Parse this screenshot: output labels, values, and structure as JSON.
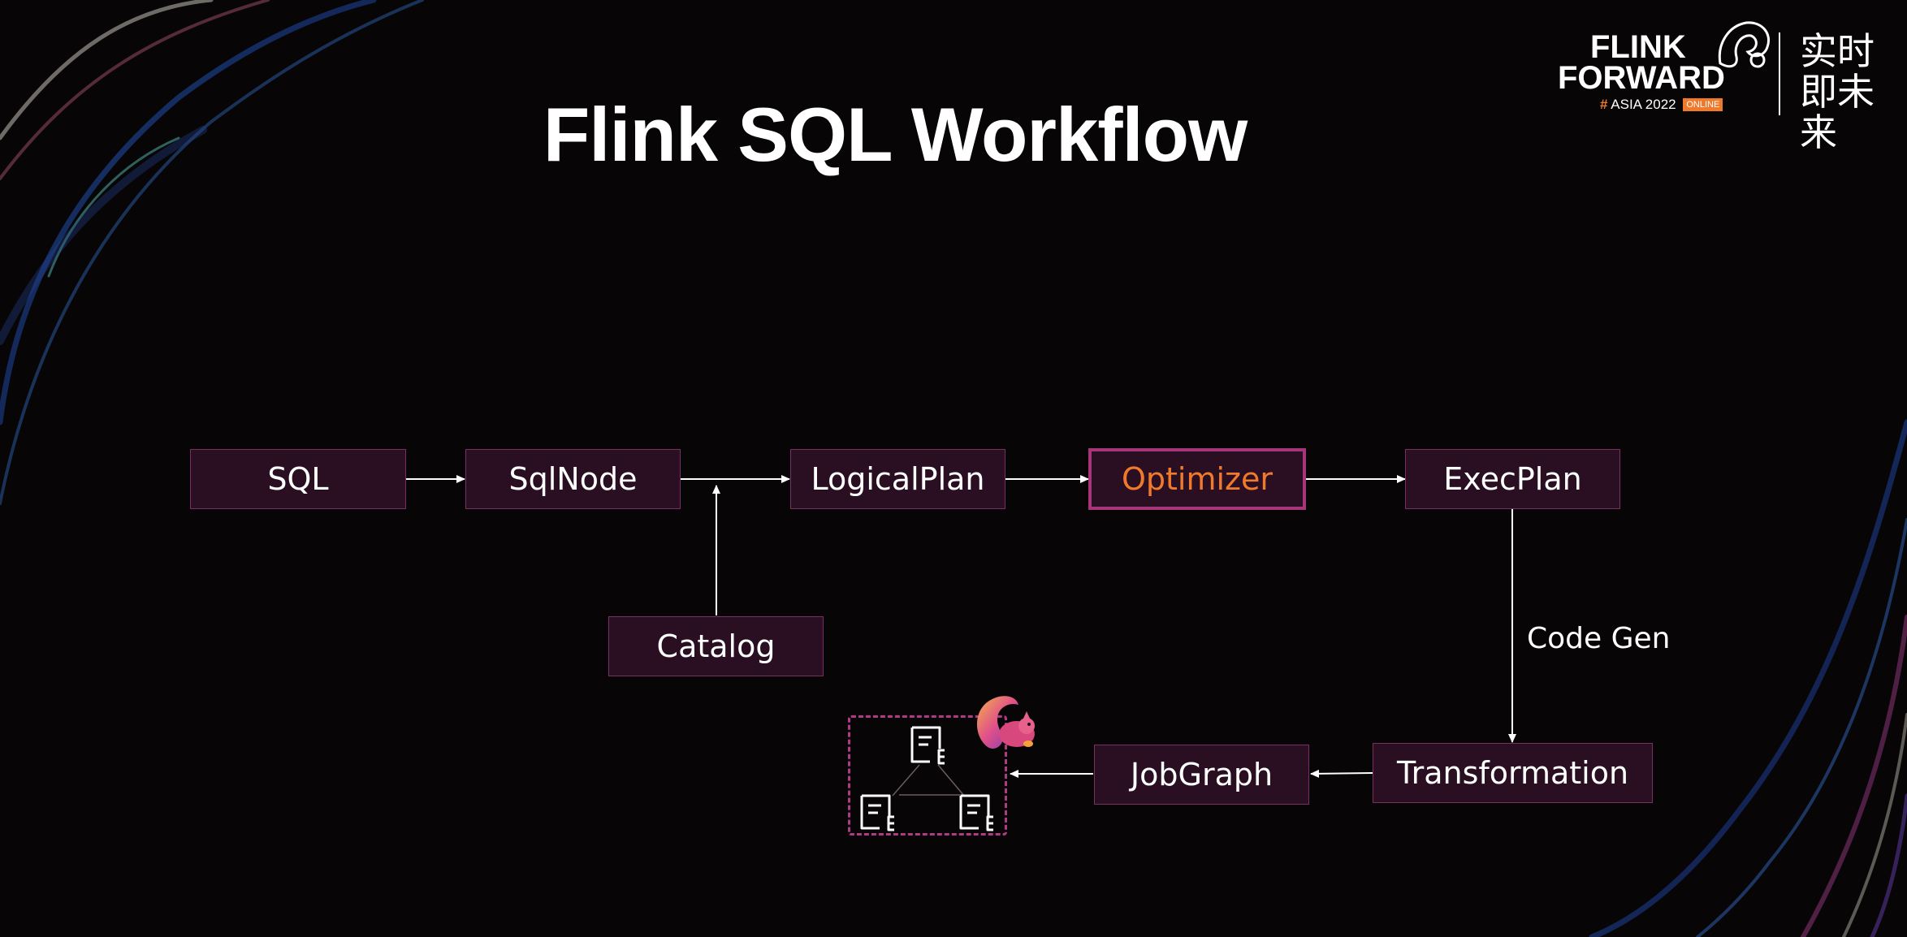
{
  "title": "Flink SQL Workflow",
  "logo": {
    "line1": "FLINK",
    "line2": "FORWARD",
    "hash": "#",
    "event": "ASIA 2022",
    "badge": "ONLINE",
    "slogan": "实时即未来"
  },
  "nodes": {
    "sql": "SQL",
    "sqlnode": "SqlNode",
    "logicalplan": "LogicalPlan",
    "optimizer": "Optimizer",
    "execplan": "ExecPlan",
    "catalog": "Catalog",
    "transformation": "Transformation",
    "jobgraph": "JobGraph"
  },
  "edge_labels": {
    "codegen": "Code Gen"
  },
  "colors": {
    "background": "#070506",
    "node_fill": "#2a0f22",
    "node_border": "#7a2f62",
    "highlight_border": "#a8357a",
    "highlight_text": "#f07a2c",
    "arrow": "#ffffff",
    "accent_orange": "#f07a2c"
  },
  "icons": [
    "squirrel-mascot-icon",
    "task-document-icon"
  ]
}
